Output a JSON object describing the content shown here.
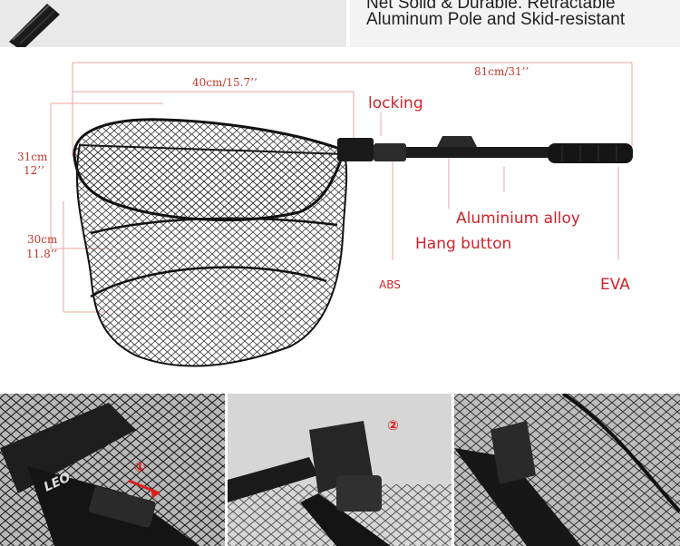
{
  "header": {
    "line1": "Net Solid & Durable. Retractable",
    "line2": "Aluminum Pole and Skid-resistant"
  },
  "dimensions": {
    "total_length": "81cm/31’’",
    "hoop_length": "40cm/15.7’’",
    "hoop_width_cm": "31cm",
    "hoop_width_in": "12’’",
    "net_depth_cm": "30cm",
    "net_depth_in": "11.8’’"
  },
  "parts": {
    "locking": "locking",
    "aluminium": "Aluminium alloy",
    "hang": "Hang button",
    "abs": "ABS",
    "eva": "EVA"
  },
  "photos": {
    "step1": "①",
    "step2": "②",
    "brand": "LEO"
  },
  "colors": {
    "accent_red": "#d0232a",
    "dimension_line": "#e9a5a5"
  }
}
